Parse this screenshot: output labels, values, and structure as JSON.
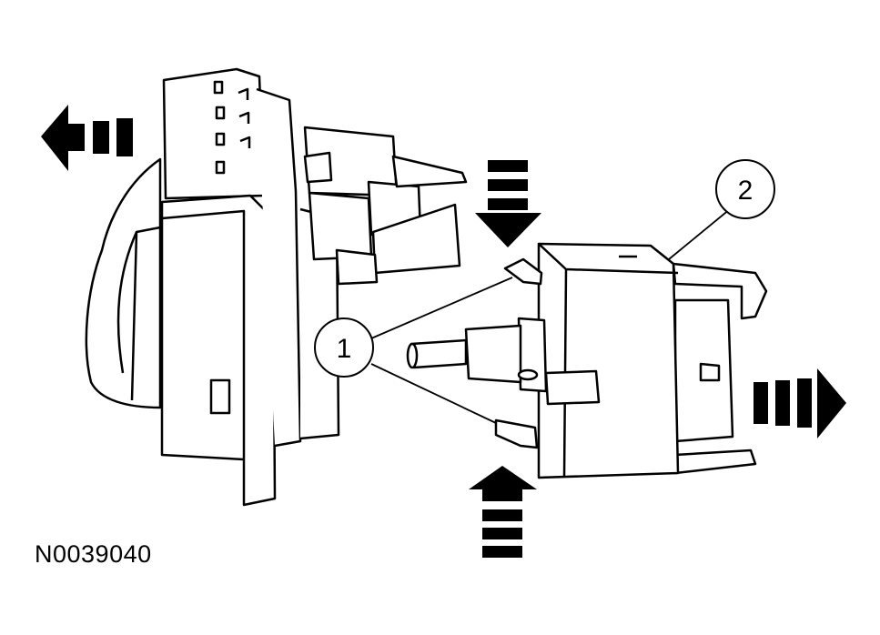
{
  "figure": {
    "id": "N0039040",
    "callouts": [
      {
        "label": "1",
        "target": "retaining-tabs"
      },
      {
        "label": "2",
        "target": "blower-motor-switch"
      }
    ],
    "arrows": [
      {
        "direction": "left",
        "meaning": "pull-control-assembly"
      },
      {
        "direction": "down",
        "meaning": "press-upper-tab"
      },
      {
        "direction": "up",
        "meaning": "press-lower-tab"
      },
      {
        "direction": "right",
        "meaning": "remove-switch"
      }
    ],
    "colors": {
      "line": "#000000",
      "background": "#ffffff"
    }
  }
}
